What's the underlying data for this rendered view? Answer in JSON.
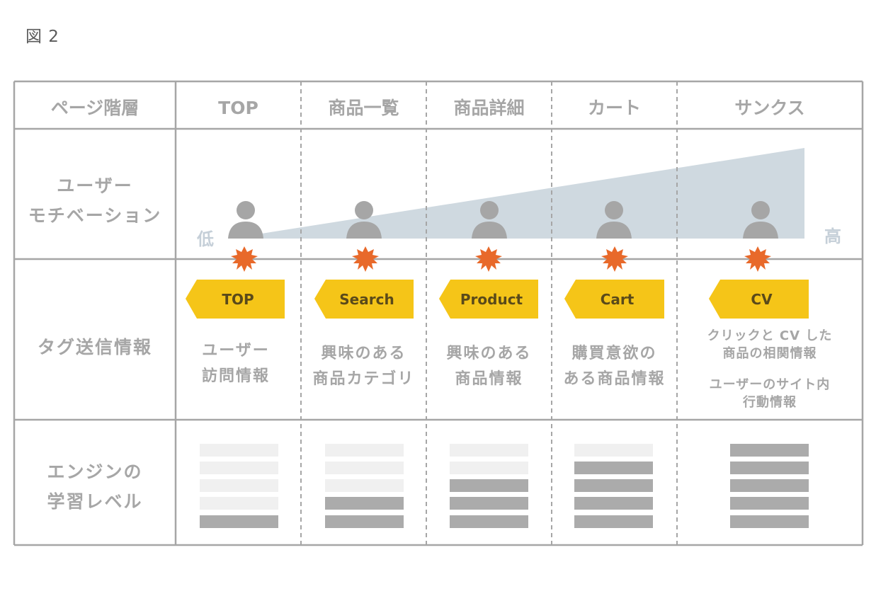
{
  "figure_label": "図 2",
  "columns": {
    "header": "ページ階層",
    "stages": [
      "TOP",
      "商品一覧",
      "商品詳細",
      "カート",
      "サンクス"
    ]
  },
  "rows": {
    "motivation_line1": "ユーザー",
    "motivation_line2": "モチベーション",
    "tag_label": "タグ送信情報",
    "engine_line1": "エンジンの",
    "engine_line2": "学習レベル"
  },
  "motivation": {
    "low": "低",
    "high": "高"
  },
  "tags": [
    "TOP",
    "Search",
    "Product",
    "Cart",
    "CV"
  ],
  "tag_info": {
    "top": [
      "ユーザー",
      "訪問情報"
    ],
    "search": [
      "興味のある",
      "商品カテゴリ"
    ],
    "product": [
      "興味のある",
      "商品情報"
    ],
    "cart": [
      "購買意欲の",
      "ある商品情報"
    ],
    "cv_a": [
      "クリックと CV した",
      "商品の相関情報"
    ],
    "cv_b": [
      "ユーザーのサイト内",
      "行動情報"
    ]
  },
  "learning_levels": [
    1,
    2,
    3,
    4,
    5
  ],
  "colors": {
    "grid": "#a6a6a6",
    "tag_fill": "#f5c518",
    "burst": "#e8692a",
    "motivation_fill": "#cfd9e0",
    "level_on": "#ababab",
    "level_off": "#f0f0f0",
    "person": "#a6a6a6"
  }
}
